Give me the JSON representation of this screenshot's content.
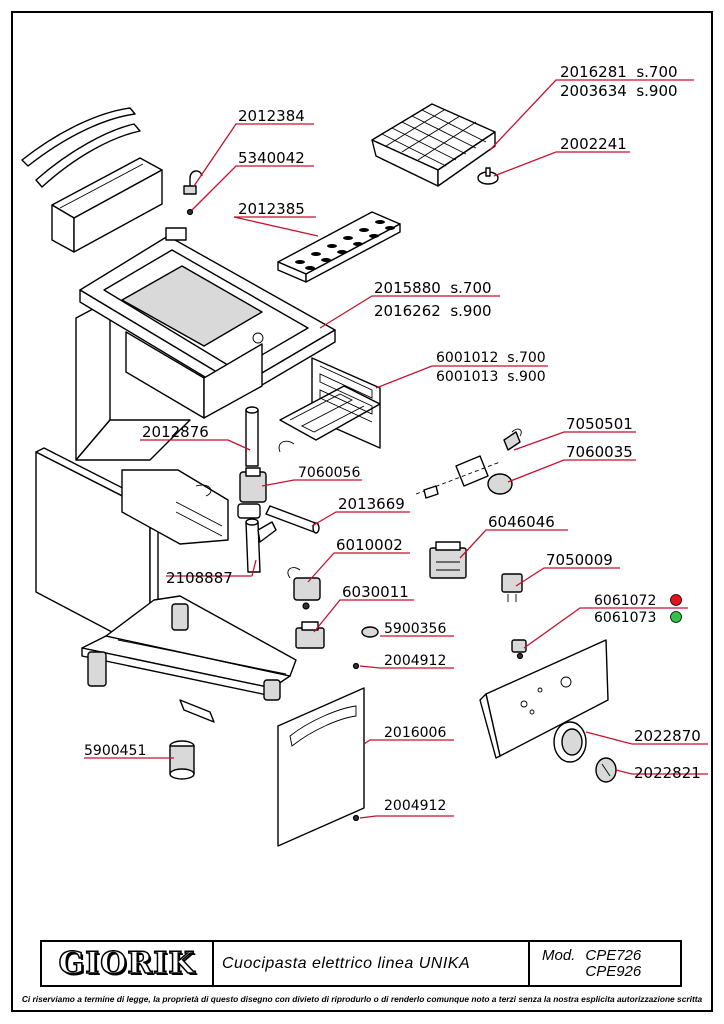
{
  "parts": {
    "p_2016281": "2016281  s.700",
    "p_2003634": "2003634  s.900",
    "p_2002241": "2002241",
    "p_2012384": "2012384",
    "p_5340042": "5340042",
    "p_2012385": "2012385",
    "p_2015880": "2015880  s.700",
    "p_2016262": "2016262  s.900",
    "p_6001012": "6001012  s.700",
    "p_6001013": "6001013  s.900",
    "p_2012876": "2012876",
    "p_7060056": "7060056",
    "p_7050501": "7050501",
    "p_7060035": "7060035",
    "p_2013669": "2013669",
    "p_6046046": "6046046",
    "p_6010002": "6010002",
    "p_2108887": "2108887",
    "p_7050009": "7050009",
    "p_6030011": "6030011",
    "p_6061072": "6061072",
    "p_6061073": "6061073",
    "p_5900356": "5900356",
    "p_2004912a": "2004912",
    "p_5900451": "5900451",
    "p_2016006": "2016006",
    "p_2022870": "2022870",
    "p_2022821": "2022821",
    "p_2004912b": "2004912"
  },
  "colors": {
    "leader": "#c8102e",
    "lamp_red": "#e8101a",
    "lamp_green": "#36c24a"
  },
  "title_block": {
    "logo": "GIORIK",
    "description": "Cuocipasta elettrico linea UNIKA",
    "model_label": "Mod.",
    "model_1": "CPE726",
    "model_2": "CPE926"
  },
  "disclaimer": "Ci riserviamo a termine di legge, la proprietà di questo disegno con divieto di riprodurlo o di renderlo comunque noto a terzi senza la nostra esplicita autorizzazione scritta"
}
